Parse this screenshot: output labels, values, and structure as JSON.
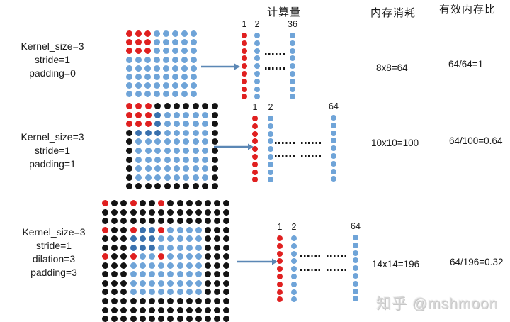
{
  "colors": {
    "red": "#e02020",
    "blue": "#6fa4d8",
    "dark_blue": "#3a71ae",
    "black": "#141414",
    "arrow": "#5b87b5",
    "watermark": "#d7d7d7"
  },
  "dot_legend": {
    "R": "kernel-position-dot-red",
    "B": "input-dot-blue",
    "D": "first-patch-dot-dark-blue",
    "K": "padding-dot-black"
  },
  "headers": {
    "computation": "计算量",
    "memory": "内存消耗",
    "ratio": "有效内存比"
  },
  "watermark": "知乎 @mshmoon",
  "rows": [
    {
      "params": [
        "Kernel_size=3",
        "stride=1",
        "padding=0"
      ],
      "grid": {
        "rows": 8,
        "cols": 8,
        "pattern": [
          "RRRBBBBB",
          "RRRBBBBB",
          "RRRBBBBB",
          "BBBBBBBB",
          "BBBBBBBB",
          "BBBBBBBB",
          "BBBBBBBB",
          "BBBBBBBB"
        ]
      },
      "comp": {
        "columns": [
          {
            "label": "1",
            "color": "R",
            "count": 9
          },
          {
            "label": "2",
            "color": "B",
            "count": 9
          },
          {
            "label": "36",
            "color": "B",
            "count": 9
          }
        ],
        "ellipsis_groups": 1
      },
      "memory": "8x8=64",
      "ratio": "64/64=1"
    },
    {
      "params": [
        "Kernel_size=3",
        "stride=1",
        "padding=1"
      ],
      "grid": {
        "rows": 10,
        "cols": 10,
        "pattern": [
          "RRRKKKKKKK",
          "RRRDBBBBBK",
          "RRRDBBBBBK",
          "KDDDBBBBBK",
          "KBBBBBBBBK",
          "KBBBBBBBBK",
          "KBBBBBBBBK",
          "KBBBBBBBBK",
          "KBBBBBBBBK",
          "KKKKKKKKKK"
        ]
      },
      "comp": {
        "columns": [
          {
            "label": "1",
            "color": "R",
            "count": 9
          },
          {
            "label": "2",
            "color": "B",
            "count": 9
          },
          {
            "label": "64",
            "color": "B",
            "count": 9
          }
        ],
        "ellipsis_groups": 2
      },
      "memory": "10x10=100",
      "ratio": "64/100=0.64"
    },
    {
      "params": [
        "Kernel_size=3",
        "stride=1",
        "dilation=3",
        "padding=3"
      ],
      "grid": {
        "rows": 14,
        "cols": 14,
        "pattern": [
          "RKKRKKRKKKKKKK",
          "KKKKKKKKKKKKKK",
          "KKKKKKKKKKKKKK",
          "RKKRDDRBBBBKKK",
          "KKKDDDBBBBBKKK",
          "KKKDDDBBBBBKKK",
          "RKKRBBRBBBBKKK",
          "KKKBBBBBBBBKKK",
          "KKKBBBBBBBBKKK",
          "KKKBBBBBBBBKKK",
          "KKKBBBBBBBBKKK",
          "KKKKKKKKKKKKKK",
          "KKKKKKKKKKKKKK",
          "KKKKKKKKKKKKKK"
        ]
      },
      "comp": {
        "columns": [
          {
            "label": "1",
            "color": "R",
            "count": 9
          },
          {
            "label": "2",
            "color": "B",
            "count": 9
          },
          {
            "label": "64",
            "color": "B",
            "count": 9
          }
        ],
        "ellipsis_groups": 2
      },
      "memory": "14x14=196",
      "ratio": "64/196=0.32"
    }
  ]
}
